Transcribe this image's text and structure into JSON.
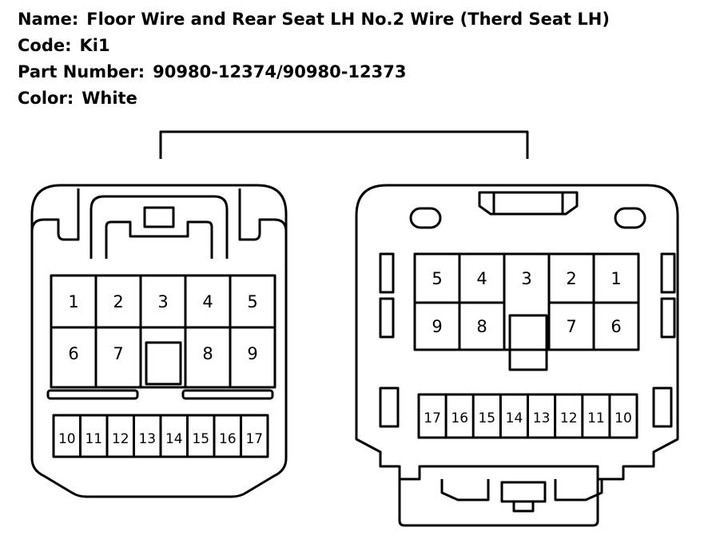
{
  "header": {
    "name_label": "Name:",
    "name_value": "Floor Wire and Rear Seat LH No.2 Wire (Therd Seat LH)",
    "code_label": "Code:",
    "code_value": "Ki1",
    "part_label": "Part Number:",
    "part_value": "90980-12374/90980-12373",
    "color_label": "Color:",
    "color_value": "White"
  },
  "left_connector": {
    "row1": [
      "1",
      "2",
      "3",
      "4",
      "5"
    ],
    "row2": [
      "6",
      "7",
      "8",
      "9"
    ],
    "row3": [
      "10",
      "11",
      "12",
      "13",
      "14",
      "15",
      "16",
      "17"
    ]
  },
  "right_connector": {
    "row1": [
      "5",
      "4",
      "3",
      "2",
      "1"
    ],
    "row2": [
      "9",
      "8",
      "7",
      "6"
    ],
    "row3": [
      "17",
      "16",
      "15",
      "14",
      "13",
      "12",
      "11",
      "10"
    ]
  },
  "colors": {
    "line": "#000000",
    "background": "#ffffff"
  }
}
